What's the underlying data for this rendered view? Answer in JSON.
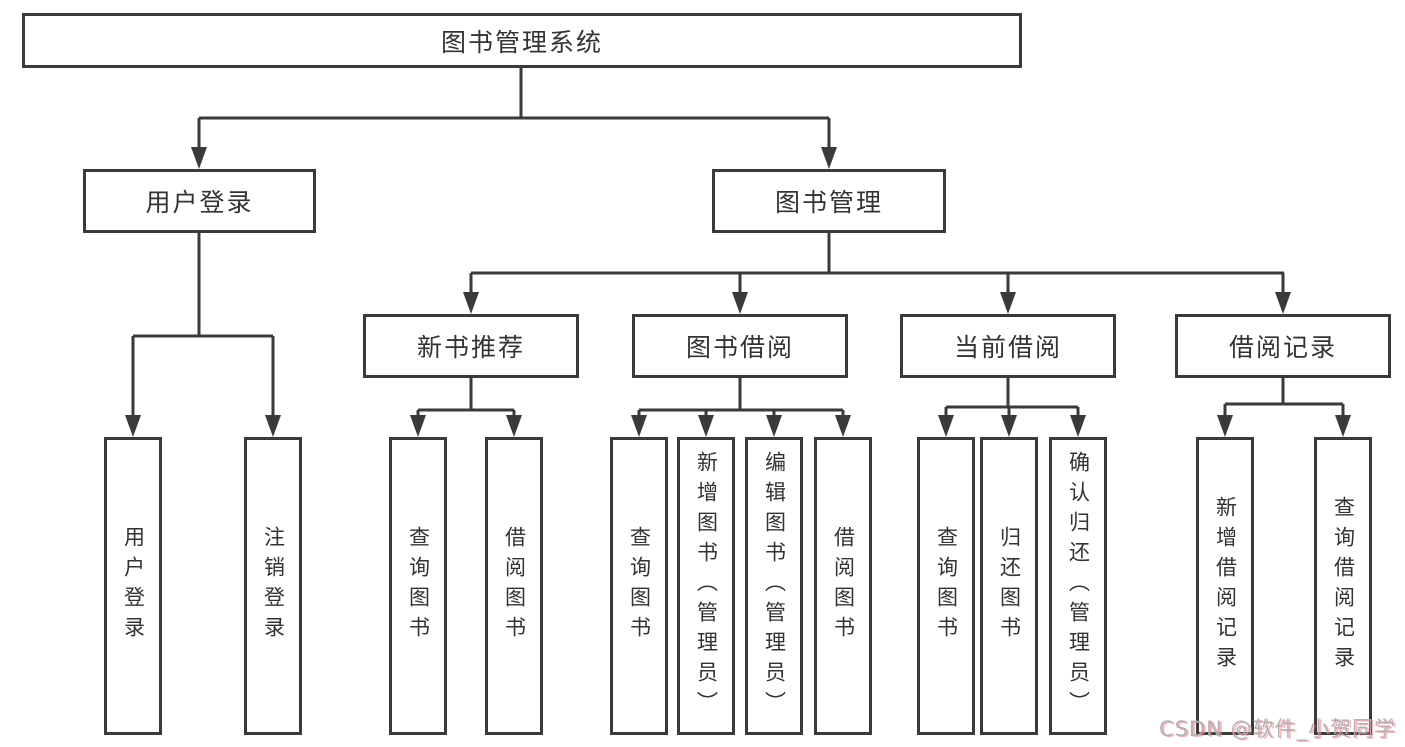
{
  "tree": {
    "root": {
      "label": "图书管理系统"
    },
    "children": [
      {
        "label": "用户登录",
        "children": [
          {
            "label": "用户登录"
          },
          {
            "label": "注销登录"
          }
        ]
      },
      {
        "label": "图书管理",
        "children": [
          {
            "label": "新书推荐",
            "children": [
              {
                "label": "查询图书"
              },
              {
                "label": "借阅图书"
              }
            ]
          },
          {
            "label": "图书借阅",
            "children": [
              {
                "label": "查询图书"
              },
              {
                "label": "新增图书（管理员）"
              },
              {
                "label": "编辑图书（管理员）"
              },
              {
                "label": "借阅图书"
              }
            ]
          },
          {
            "label": "当前借阅",
            "children": [
              {
                "label": "查询图书"
              },
              {
                "label": "归还图书"
              },
              {
                "label": "确认归还（管理员）"
              }
            ]
          },
          {
            "label": "借阅记录",
            "children": [
              {
                "label": "新增借阅记录"
              },
              {
                "label": "查询借阅记录"
              }
            ]
          }
        ]
      }
    ]
  },
  "watermark": {
    "text": "CSDN @软件_小贺同学"
  },
  "colors": {
    "line": "#3a3a3a",
    "text": "#333333",
    "background": "#ffffff",
    "watermark_gray": "#adafb4",
    "watermark_red": "#f87878"
  }
}
